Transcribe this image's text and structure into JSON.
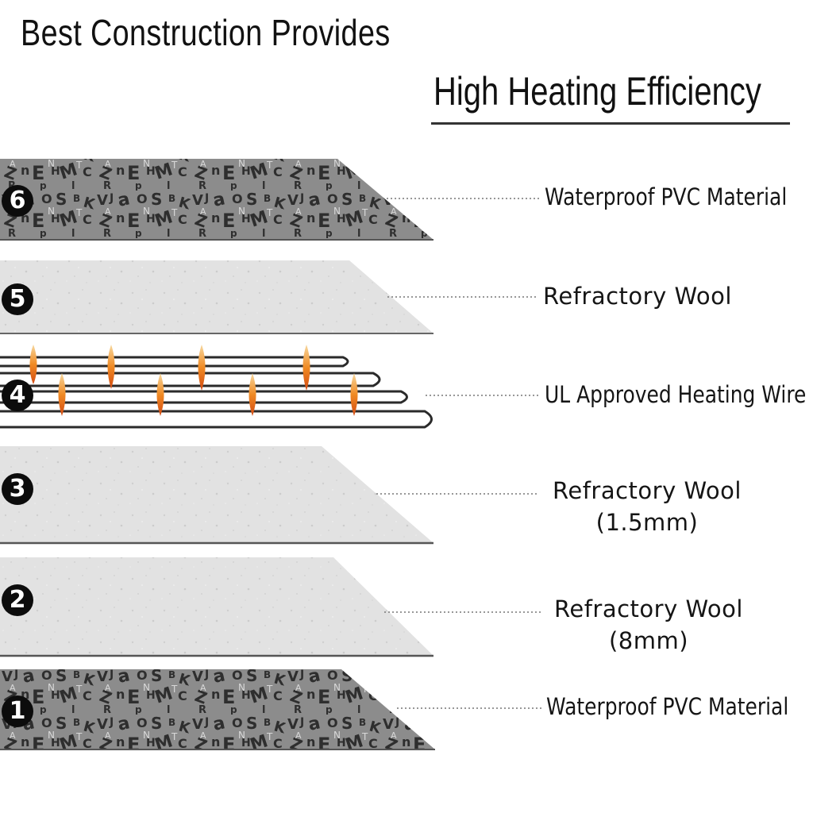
{
  "header": {
    "title_line1": "Best  Construction Provides",
    "title_line2": "High Heating Efficiency"
  },
  "layers": [
    {
      "number": "6",
      "label": "Waterproof PVC Material",
      "detail": "",
      "material": "pvc-print"
    },
    {
      "number": "5",
      "label": "Refractory Wool",
      "detail": "",
      "material": "wool"
    },
    {
      "number": "4",
      "label": "UL Approved Heating Wire",
      "detail": "",
      "material": "heating-wire"
    },
    {
      "number": "3",
      "label": "Refractory Wool",
      "detail": "(1.5mm)",
      "material": "wool"
    },
    {
      "number": "2",
      "label": "Refractory Wool",
      "detail": "(8mm)",
      "material": "wool"
    },
    {
      "number": "1",
      "label": "Waterproof PVC Material",
      "detail": "",
      "material": "pvc-print"
    }
  ],
  "colors": {
    "pvc": "#8e8e8e",
    "wool": "#e4e4e4",
    "wire": "#2a2a2a",
    "flame": "#f08a24",
    "leader": "#777777"
  }
}
